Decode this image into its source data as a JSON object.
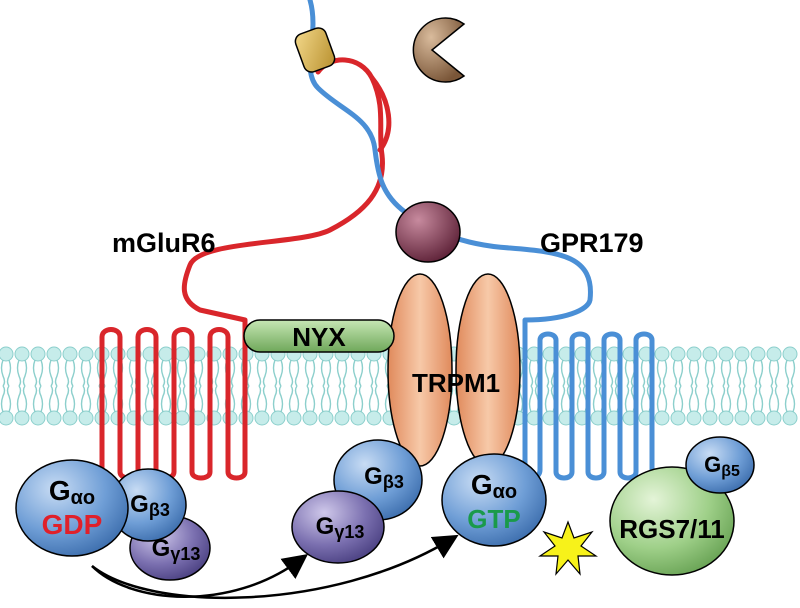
{
  "labels": {
    "mglur6": "mGluR6",
    "gpr179": "GPR179",
    "nyx": "NYX",
    "trpm1": "TRPM1",
    "rgs": "RGS7/11"
  },
  "g_left": {
    "alpha_base": "G",
    "alpha_sub": "αo",
    "gdp": "GDP",
    "beta_base": "G",
    "beta_sub": "β3",
    "gamma_base": "G",
    "gamma_sub": "γ13"
  },
  "g_mid": {
    "beta_base": "G",
    "beta_sub": "β3",
    "gamma_base": "G",
    "gamma_sub": "γ13"
  },
  "g_right": {
    "alpha_base": "G",
    "alpha_sub": "αo",
    "gtp": "GTP",
    "beta5_base": "G",
    "beta5_sub": "β5"
  },
  "colors": {
    "mglur6_line": "#d9262b",
    "gpr179_line": "#4a8fd6",
    "lipid_head": "#c6ecea",
    "lipid_tail": "#8ccfcc",
    "nyx_fill": "#8cc47a",
    "trpm1_fill": "#f0a57e",
    "g_alpha_fill": "#6f9ed6",
    "g_beta_fill": "#5a8dcc",
    "g_gamma_fill": "#7b70b0",
    "rgs_fill": "#9fd089",
    "gdp_text": "#e0202a",
    "gtp_text": "#1a9a4a",
    "star_fill": "#f7f21a",
    "ligand_yellow": "#d8b250",
    "ligand_brown": "#9a7452",
    "ligand_purple": "#7a3a52"
  }
}
